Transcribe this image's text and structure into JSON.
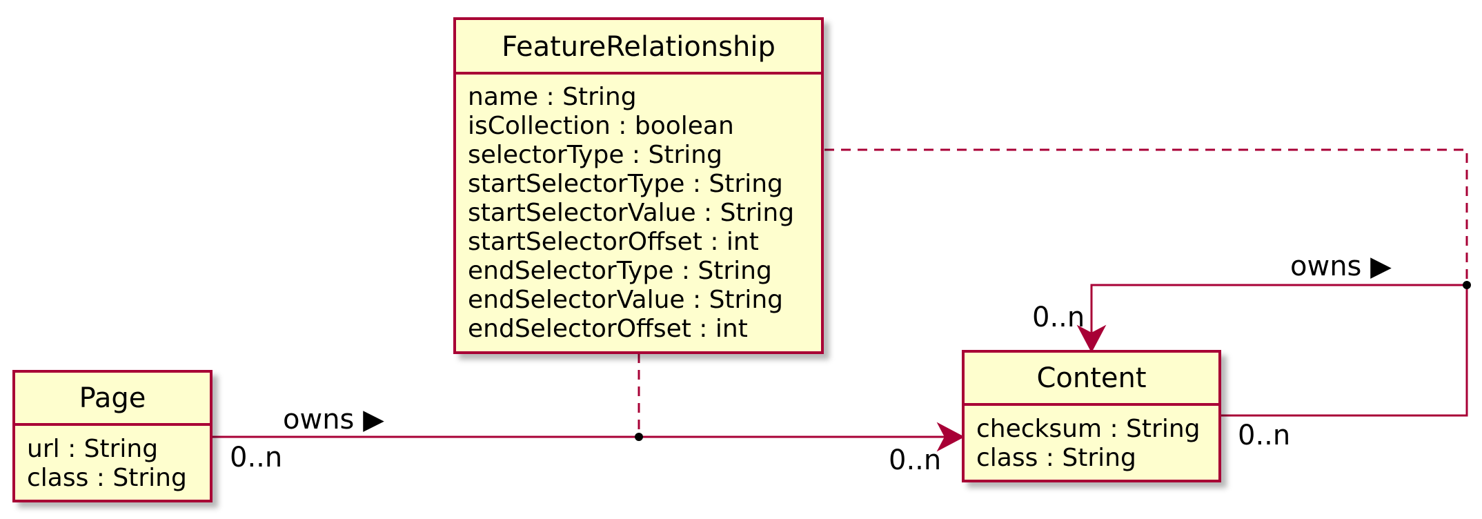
{
  "colors": {
    "class_fill": "#FEFECE",
    "border": "#A80036",
    "shadow": "#C9C9C9",
    "text": "#000000"
  },
  "classes": {
    "feature_relationship": {
      "name": "FeatureRelationship",
      "attributes": [
        "name : String",
        "isCollection : boolean",
        "selectorType : String",
        "startSelectorType : String",
        "startSelectorValue : String",
        "startSelectorOffset : int",
        "endSelectorType : String",
        "endSelectorValue : String",
        "endSelectorOffset : int"
      ]
    },
    "page": {
      "name": "Page",
      "attributes": [
        "url : String",
        "class : String"
      ]
    },
    "content": {
      "name": "Content",
      "attributes": [
        "checksum : String",
        "class : String"
      ]
    }
  },
  "associations": {
    "page_content": {
      "label": "owns ▶",
      "source_multiplicity": "0..n",
      "target_multiplicity": "0..n"
    },
    "content_content": {
      "label": "owns ▶",
      "source_multiplicity": "0..n",
      "target_multiplicity": "0..n"
    }
  }
}
